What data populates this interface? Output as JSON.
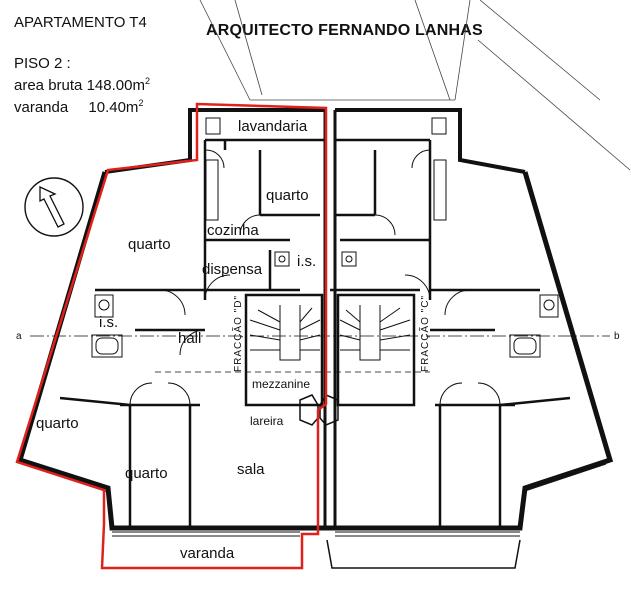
{
  "header": {
    "apartment_title": "APARTAMENTO T4",
    "architect": "ARQUITECTO FERNANDO LANHAS",
    "floor": "PISO 2 :",
    "gross_area_label": "area bruta",
    "gross_area_value": "148.00m",
    "balcony_label": "varanda",
    "balcony_value": "10.40m",
    "unit_superscript": "2"
  },
  "rooms": {
    "lavandaria": "lavandaria",
    "quarto_top": "quarto",
    "cozinha": "cozinha",
    "quarto_nw": "quarto",
    "dispensa": "dispensa",
    "is_center": "i.s.",
    "is_left": "i.s.",
    "hall": "hall",
    "mezzanine": "mezzanine",
    "lareira": "lareira",
    "quarto_sw": "quarto",
    "quarto_s": "quarto",
    "sala": "sala",
    "varanda": "varanda"
  },
  "fractions": {
    "left": "FRACÇÃO \"D\"",
    "right": "FRACÇÃO \"C\""
  },
  "section_marks": {
    "left": "a",
    "right": "b"
  },
  "colors": {
    "wall": "#111111",
    "highlight": "#e0201a",
    "background": "#ffffff"
  },
  "icons": {
    "north": "north-arrow-icon"
  }
}
